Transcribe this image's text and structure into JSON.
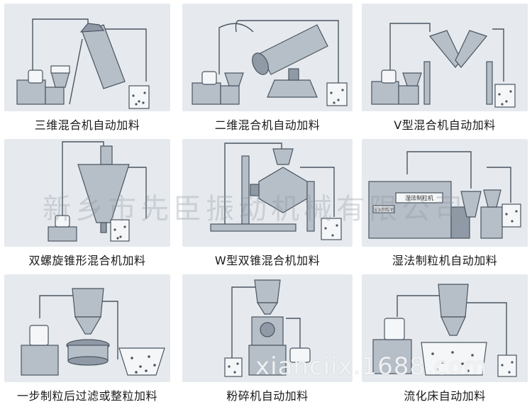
{
  "panels": [
    {
      "id": "p1",
      "caption": "三维混合机自动加料",
      "icon": "3d-mixer-machine"
    },
    {
      "id": "p2",
      "caption": "二维混合机自动加料",
      "icon": "2d-mixer-machine"
    },
    {
      "id": "p3",
      "caption": "V型混合机自动加料",
      "icon": "v-mixer-machine"
    },
    {
      "id": "p4",
      "caption": "双螺旋锥形混合机加料",
      "icon": "conical-screw-mixer-machine"
    },
    {
      "id": "p5",
      "caption": "W型双锥混合机加料",
      "icon": "w-double-cone-mixer-machine"
    },
    {
      "id": "p6",
      "caption": "湿法制粒机自动加料",
      "icon": "wet-granulator-machine"
    },
    {
      "id": "p7",
      "caption": "一步制粒后过滤或整粒加料",
      "icon": "granule-sieve-machine"
    },
    {
      "id": "p8",
      "caption": "粉碎机自动加料",
      "icon": "crusher-machine"
    },
    {
      "id": "p9",
      "caption": "流化床自动加料",
      "icon": "fluid-bed-machine"
    }
  ],
  "machine_labels": {
    "granulator_panel": "湿法制粒机",
    "granulator_plate": "湿法制粒机"
  },
  "watermark": {
    "company": "新乡市先臣振动机械有限公司",
    "url": "xianciix.1688.com"
  }
}
